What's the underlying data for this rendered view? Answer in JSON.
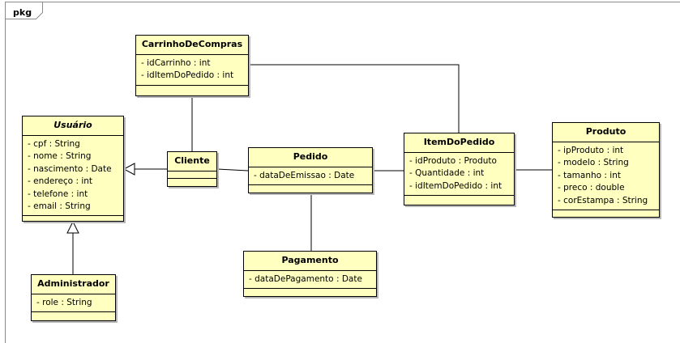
{
  "package": {
    "label": "pkg"
  },
  "classes": {
    "carrinho": {
      "name": "CarrinhoDeCompras",
      "attributes": [
        "- idCarrinho : int",
        "- idItemDoPedido : int"
      ]
    },
    "usuario": {
      "name": "Usuário",
      "attributes": [
        "- cpf : String",
        "- nome : String",
        "- nascimento : Date",
        "- endereço : int",
        "- telefone : int",
        "- email : String"
      ]
    },
    "cliente": {
      "name": "Cliente",
      "attributes": []
    },
    "pedido": {
      "name": "Pedido",
      "attributes": [
        "- dataDeEmissao : Date"
      ]
    },
    "itemdopedido": {
      "name": "ItemDoPedido",
      "attributes": [
        "- idProduto : Produto",
        "- Quantidade : int",
        "- idItemDoPedido : int"
      ]
    },
    "produto": {
      "name": "Produto",
      "attributes": [
        "- ipProduto : int",
        "- modelo : String",
        "- tamanho : int",
        "- preco : double",
        "- corEstampa : String"
      ]
    },
    "pagamento": {
      "name": "Pagamento",
      "attributes": [
        "- dataDePagamento : Date"
      ]
    },
    "administrador": {
      "name": "Administrador",
      "attributes": [
        "- role : String"
      ]
    }
  },
  "colors": {
    "class_fill": "#ffffc0",
    "line": "#000000",
    "frame": "#8a8a8a"
  }
}
